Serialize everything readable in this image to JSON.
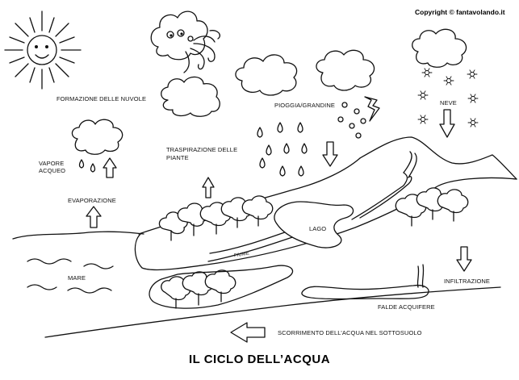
{
  "copyright": "Copyright © fantavolando.it",
  "title": "IL CICLO DELL’ACQUA",
  "labels": {
    "formazione": "FORMAZIONE DELLE NUVOLE",
    "vapore_1": "VAPORE",
    "vapore_2": "ACQUEO",
    "evaporazione": "EVAPORAZIONE",
    "traspirazione_1": "TRASPIRAZIONE DELLE",
    "traspirazione_2": "PIANTE",
    "pioggia": "PIOGGIA/GRANDINE",
    "neve": "NEVE",
    "lago": "LAGO",
    "fiume": "FIUME",
    "mare": "MARE",
    "infiltrazione": "INFILTRAZIONE",
    "falde": "FALDE ACQUIFERE",
    "scorrimento": "SCORRIMENTO DELL’ACQUA NEL SOTTOSUOLO"
  }
}
